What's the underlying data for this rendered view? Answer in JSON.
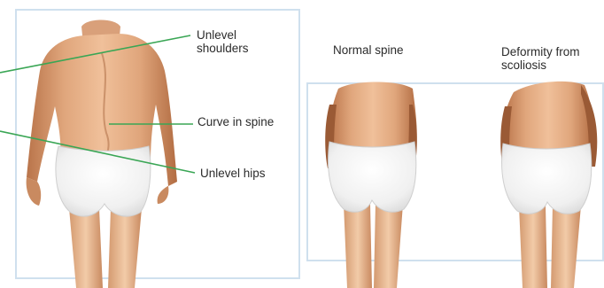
{
  "labels": {
    "unlevel_shoulders_line1": "Unlevel",
    "unlevel_shoulders_line2": "shoulders",
    "curve_in_spine": "Curve in spine",
    "unlevel_hips": "Unlevel hips",
    "normal_spine": "Normal spine",
    "deformity_line1": "Deformity from",
    "deformity_line2": "scoliosis"
  },
  "colors": {
    "frame": "#cfe0ee",
    "pointer_line": "#3aa655",
    "skin_light": "#e8b48a",
    "skin_dark": "#b9744a",
    "underwear": "#f3f3f3",
    "text": "#2b2b2b"
  }
}
